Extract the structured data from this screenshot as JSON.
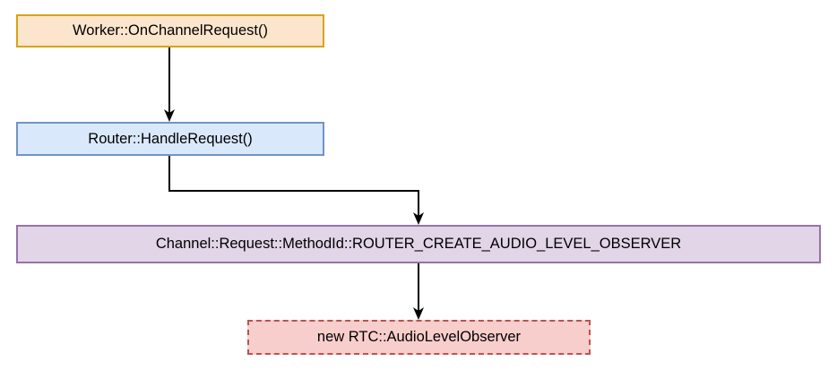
{
  "diagram": {
    "type": "flowchart",
    "orientation": "top-to-bottom",
    "background_color": "#ffffff",
    "nodes": [
      {
        "id": "worker",
        "label": "Worker::OnChannelRequest()",
        "fill_color": "#fce5cd",
        "border_color": "#d6a419",
        "border_style": "solid",
        "shape": "rectangle"
      },
      {
        "id": "router",
        "label": "Router::HandleRequest()",
        "fill_color": "#dae8fc",
        "border_color": "#7094c6",
        "border_style": "solid",
        "shape": "rectangle"
      },
      {
        "id": "methodid",
        "label": "Channel::Request::MethodId::ROUTER_CREATE_AUDIO_LEVEL_OBSERVER",
        "fill_color": "#e1d5e7",
        "border_color": "#9673a6",
        "border_style": "solid",
        "shape": "rectangle"
      },
      {
        "id": "newobserver",
        "label": "new RTC::AudioLevelObserver",
        "fill_color": "#f8cecc",
        "border_color": "#b85450",
        "border_style": "dashed",
        "shape": "rectangle"
      }
    ],
    "edges": [
      {
        "id": "edge-worker-router",
        "from": "worker",
        "to": "router",
        "style": "straight",
        "arrowhead": "filled-triangle",
        "color": "#000000"
      },
      {
        "id": "edge-router-methodid",
        "from": "router",
        "to": "methodid",
        "style": "elbow",
        "arrowhead": "filled-triangle",
        "color": "#000000"
      },
      {
        "id": "edge-methodid-newobserver",
        "from": "methodid",
        "to": "newobserver",
        "style": "straight",
        "arrowhead": "filled-triangle",
        "color": "#000000"
      }
    ]
  }
}
